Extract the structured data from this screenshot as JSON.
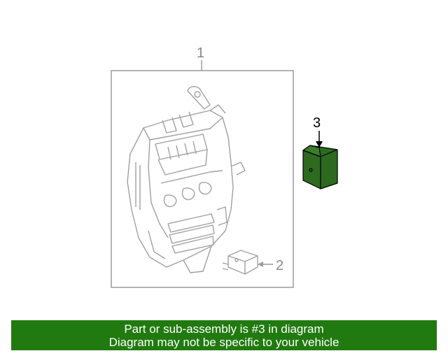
{
  "callouts": {
    "part_1": "1",
    "part_2": "2",
    "part_3": "3"
  },
  "banner": {
    "line1": "Part or sub-assembly is #3 in diagram",
    "line2": "Diagram may not be specific to your vehicle"
  },
  "colors": {
    "highlight_part": "#2d6a1f",
    "banner_bg": "#217a10",
    "line_art": "#9a9a9a"
  }
}
